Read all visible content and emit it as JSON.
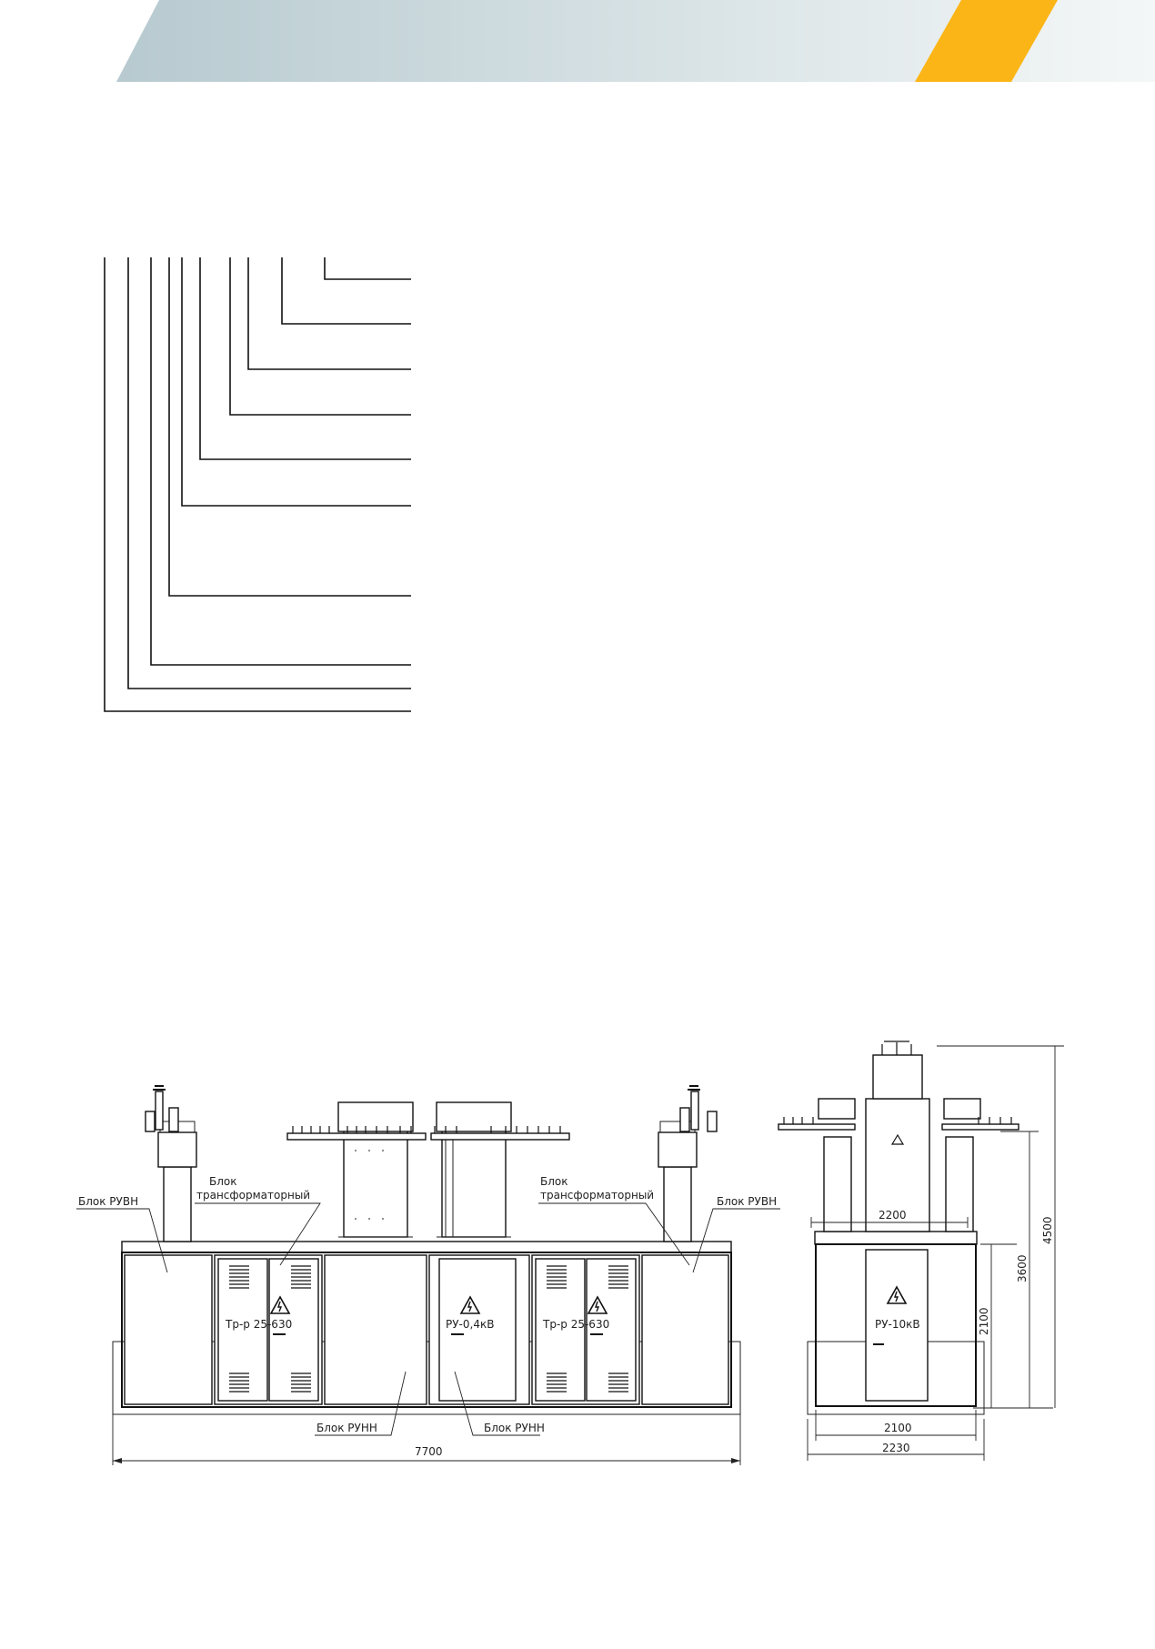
{
  "banner": {
    "gradient_start": "#b7cad0",
    "gradient_end": "#f4f7f7",
    "accent_color": "#fbb516"
  },
  "front_view": {
    "labels": {
      "ruvn_left": "Блок РУВН",
      "trans_left_line1": "Блок",
      "trans_left_line2": "трансформаторный",
      "trans_right_line1": "Блок",
      "trans_right_line2": "трансформаторный",
      "ruvn_right": "Блок РУВН",
      "runn_left": "Блок РУНН",
      "runn_right": "Блок РУНН"
    },
    "panel_texts": {
      "transformer_left": "Тр-р 25-630",
      "ru_04": "РУ-0,4кВ",
      "transformer_right": "Тр-р 25-630"
    },
    "dimension_width": "7700"
  },
  "side_view": {
    "panel_text": "РУ-10кВ",
    "dim_top_width": "2200",
    "dim_inner_width": "2100",
    "dim_outer_width": "2230",
    "dim_cabinet_height": "2100",
    "dim_mid_height": "3600",
    "dim_total_height": "4500"
  }
}
